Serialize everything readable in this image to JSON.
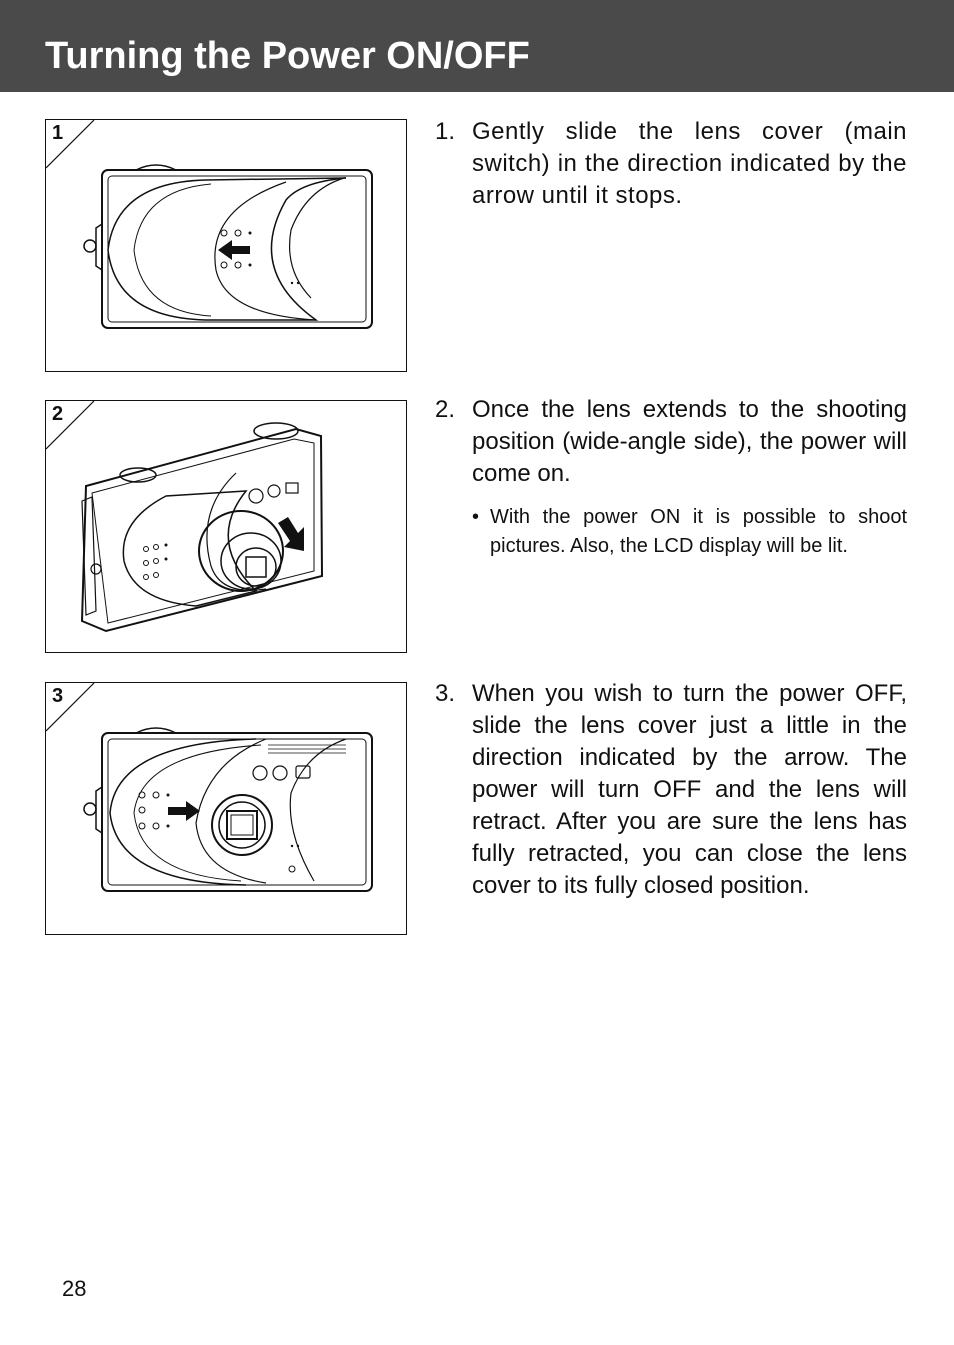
{
  "header": {
    "title": "Turning the Power ON/OFF"
  },
  "figures": [
    {
      "number": "1"
    },
    {
      "number": "2"
    },
    {
      "number": "3"
    }
  ],
  "steps": [
    {
      "number": "1.",
      "text": "Gently slide the lens cover (main switch) in the direction indicated by the arrow until it stops."
    },
    {
      "number": "2.",
      "text": "Once the lens extends to the shooting position (wide-angle side), the power will come on."
    },
    {
      "number": "3.",
      "text": "When you wish to turn the power OFF, slide the lens cover just a little in the direction indicated by the arrow. The power will turn OFF and the lens will retract. After you are sure the lens has fully retracted, you can close the lens cover to its fully closed position."
    }
  ],
  "note": {
    "bullet": "•",
    "text": "With the power ON it is possible to shoot pictures. Also, the LCD display will be lit."
  },
  "page_number": "28"
}
